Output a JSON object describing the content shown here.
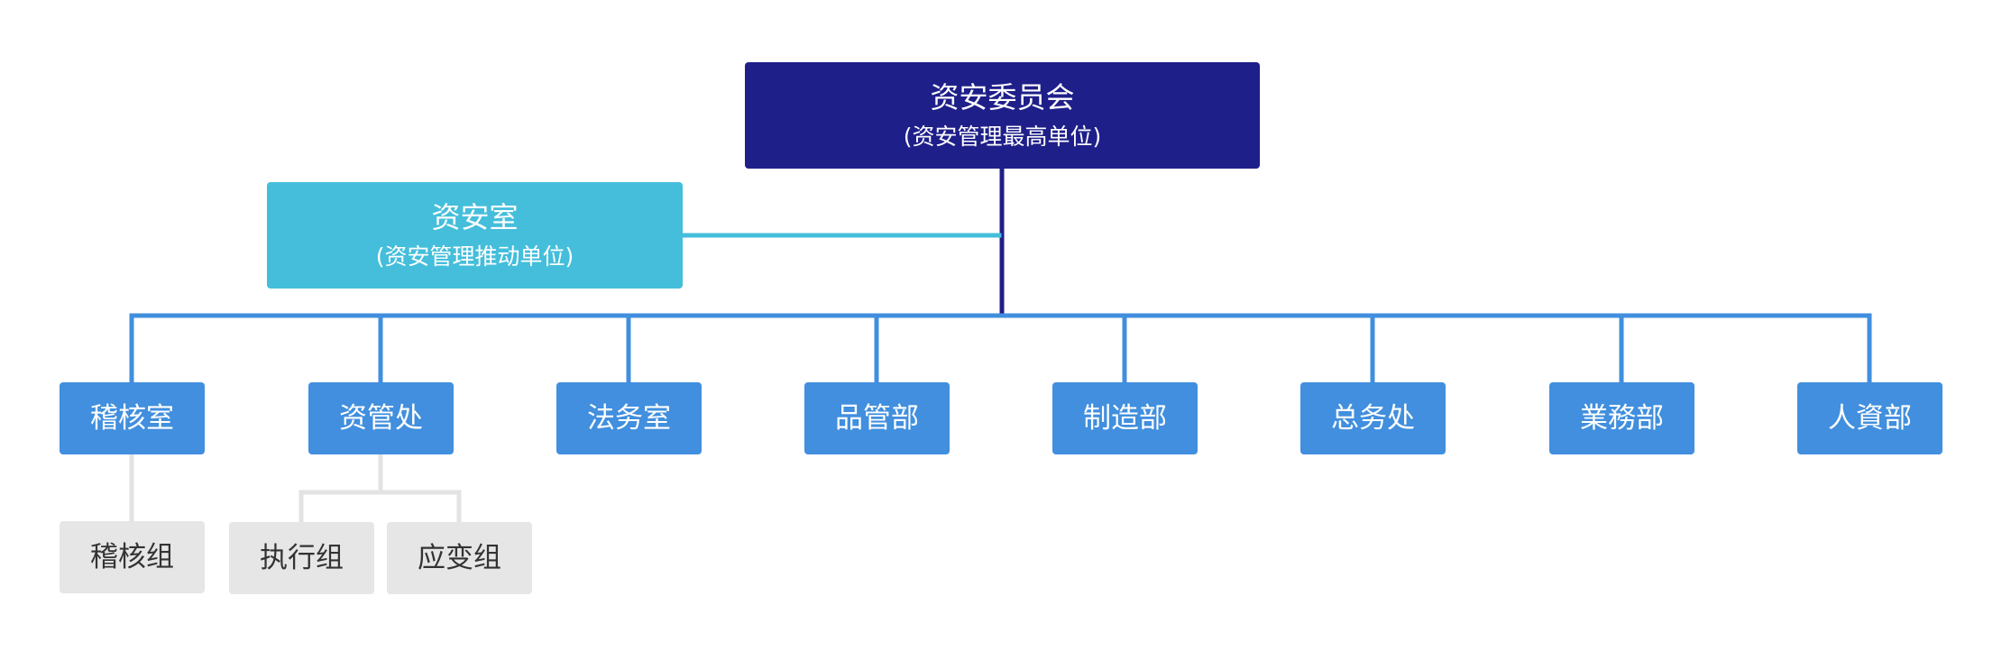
{
  "colors": {
    "committee": "#1f1f8a",
    "office": "#44bedb",
    "department": "#418fde",
    "group": "#e6e6e6",
    "group_text": "#333333",
    "group_line": "#e3e3e3",
    "light_text": "#ffffff"
  },
  "committee": {
    "title": "资安委员会",
    "subtitle": "(资安管理最高单位)"
  },
  "office": {
    "title": "资安室",
    "subtitle": "(资安管理推动单位)"
  },
  "departments": [
    {
      "title": "稽核室",
      "groups": [
        {
          "title": "稽核组"
        }
      ]
    },
    {
      "title": "资管处",
      "groups": [
        {
          "title": "执行组"
        },
        {
          "title": "应变组"
        }
      ]
    },
    {
      "title": "法务室",
      "groups": []
    },
    {
      "title": "品管部",
      "groups": []
    },
    {
      "title": "制造部",
      "groups": []
    },
    {
      "title": "总务处",
      "groups": []
    },
    {
      "title": "業務部",
      "groups": []
    },
    {
      "title": "人資部",
      "groups": []
    }
  ]
}
